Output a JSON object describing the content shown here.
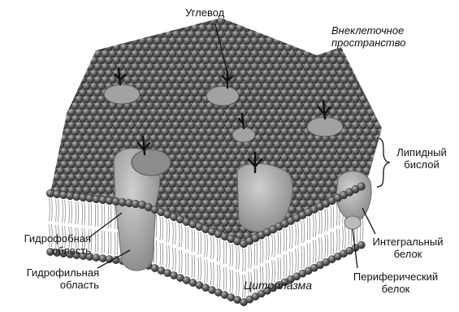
{
  "labels": {
    "carbohydrate": "Углевод",
    "extracellular_line1": "Внеклеточное",
    "extracellular_line2": "пространство",
    "lipid_bilayer_line1": "Липидный",
    "lipid_bilayer_line2": "бислой",
    "hydrophobic_line1": "Гидрофобная",
    "hydrophobic_line2": "область",
    "hydrophilic_line1": "Гидрофильная",
    "hydrophilic_line2": "область",
    "cytoplasm": "Цитоплазма",
    "integral_line1": "Интегральный",
    "integral_line2": "белок",
    "peripheral_line1": "Периферический",
    "peripheral_line2": "белок"
  },
  "colors": {
    "lipid_head": "#5a5a5a",
    "lipid_head_highlight": "#9a9a9a",
    "lipid_tail": "#8a8a8a",
    "protein": "#a8a8a8",
    "protein_dark": "#7a7a7a",
    "text": "#111111"
  }
}
